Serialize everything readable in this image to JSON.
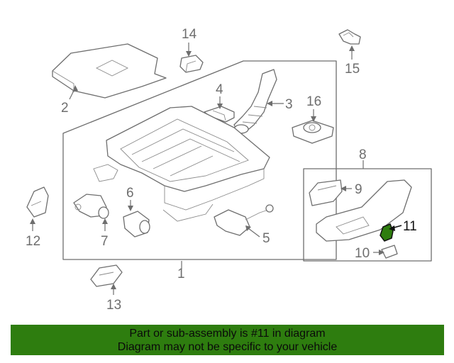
{
  "diagram": {
    "callouts": [
      "1",
      "2",
      "3",
      "4",
      "5",
      "6",
      "7",
      "8",
      "9",
      "10",
      "11",
      "12",
      "13",
      "14",
      "15",
      "16"
    ],
    "highlighted_part": "11",
    "highlight_color": "#2e7d0f"
  },
  "banner": {
    "line1": "Part or sub-assembly is #11 in diagram",
    "line2": "Diagram may not be specific to your vehicle",
    "background": "#2e7d0f"
  }
}
